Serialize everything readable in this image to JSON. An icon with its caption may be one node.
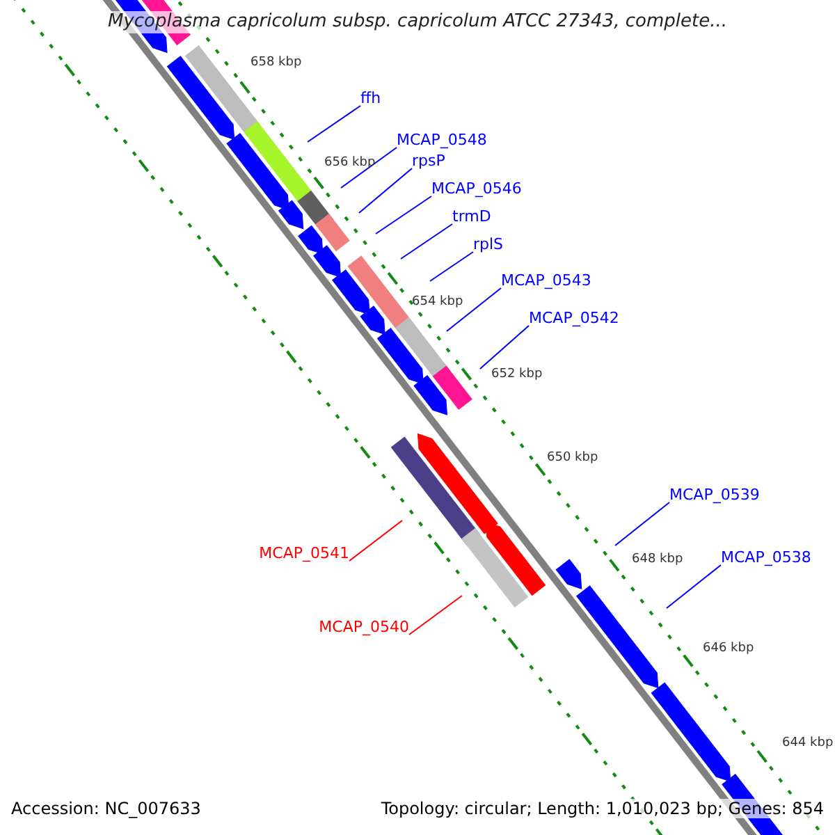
{
  "diagram": {
    "title": "Mycoplasma capricolum subsp. capricolum ATCC 27343, complete...",
    "nodes": [
      {
        "text": [
          "ffh"
        ]
      },
      {
        "text": [
          "MCAP_0548"
        ]
      },
      {
        "text": [
          "rpsP"
        ]
      },
      {
        "text": [
          "MCAP_0546"
        ]
      },
      {
        "text": [
          "trmD"
        ]
      },
      {
        "text": [
          "rplS"
        ]
      },
      {
        "text": [
          "MCAP_0543"
        ]
      },
      {
        "text": [
          "MCAP_0542"
        ]
      },
      {
        "text": [
          "MCAP_0539"
        ]
      },
      {
        "text": [
          "MCAP_0541"
        ]
      },
      {
        "text": [
          "MCAP_0538"
        ]
      },
      {
        "text": [
          "MCAP_0540"
        ]
      }
    ],
    "edges": [
      {
        "from": 0,
        "to": null,
        "arrow": "none"
      },
      {
        "from": 1,
        "to": null,
        "arrow": "none"
      },
      {
        "from": 2,
        "to": null,
        "arrow": "none"
      },
      {
        "from": 3,
        "to": null,
        "arrow": "none"
      },
      {
        "from": 4,
        "to": null,
        "arrow": "none"
      },
      {
        "from": 5,
        "to": null,
        "arrow": "none"
      },
      {
        "from": 6,
        "to": null,
        "arrow": "none"
      },
      {
        "from": 7,
        "to": null,
        "arrow": "none"
      },
      {
        "from": 8,
        "to": null,
        "arrow": "none"
      },
      {
        "from": 9,
        "to": null,
        "arrow": "none",
        "color": "#ff0000"
      },
      {
        "from": 10,
        "to": null,
        "arrow": "none"
      },
      {
        "from": 11,
        "to": null,
        "arrow": "none",
        "color": "#ff0000"
      }
    ],
    "labels": [
      "658 kbp",
      "656 kbp",
      "654 kbp",
      "652 kbp",
      "650 kbp",
      "648 kbp",
      "646 kbp",
      "644 kbp",
      "Accession: NC_007633",
      "Topology: circular; Length: 1,010,023 bp; Genes: 854"
    ]
  }
}
